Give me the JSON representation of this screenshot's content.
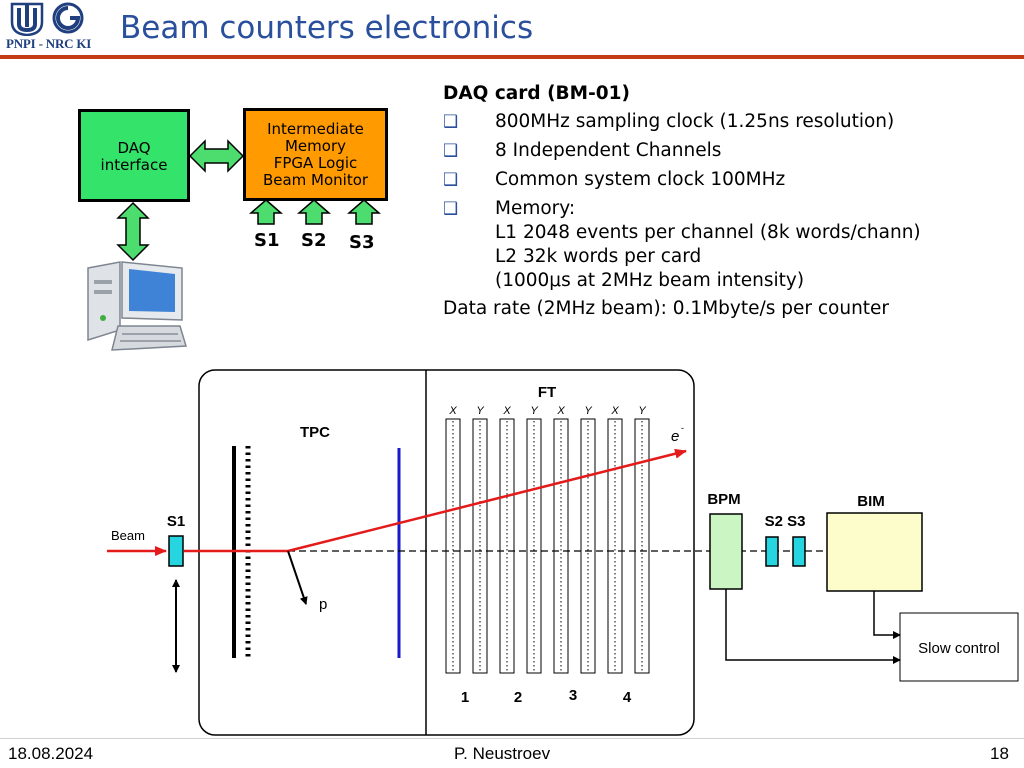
{
  "header": {
    "title": "Beam counters electronics",
    "logo_text": "PNPI - NRC KI"
  },
  "colors": {
    "title": "#2a4f9c",
    "header_rule": "#c43c14",
    "green_box": "#33e36a",
    "orange_box": "#ff9a00",
    "arrow_green": "#4cdd6e",
    "beam_red": "#e31b1b",
    "s_counter": "#27d5e0",
    "bpm_fill": "#ccf5c4",
    "bim_fill": "#fdfccb"
  },
  "block_diagram": {
    "daq_interface": "DAQ interface",
    "fpga_lines": [
      "Intermediate",
      "Memory",
      "FPGA Logic",
      "Beam Monitor"
    ],
    "inputs": [
      "S1",
      "S2",
      "S3"
    ],
    "computer_icon": "computer-icon"
  },
  "daq_card": {
    "heading": "DAQ card (BM-01)",
    "bullets": [
      "800MHz sampling clock (1.25ns resolution)",
      "8 Independent Channels",
      "Common system clock 100MHz",
      "Memory:"
    ],
    "memory_lines": [
      "L1 2048 events per channel (8k words/chann)",
      "L2 32k words per card",
      "(1000μs at 2MHz beam intensity)"
    ],
    "data_rate": "Data rate (2MHz beam): 0.1Mbyte/s per counter"
  },
  "setup": {
    "ft": "FT",
    "xy_labels": [
      "X",
      "Y",
      "X",
      "Y",
      "X",
      "Y",
      "X",
      "Y"
    ],
    "tpc": "TPC",
    "electron": "e",
    "electron_sup": "-",
    "beam": "Beam",
    "s1": "S1",
    "proton": "p",
    "bpm": "BPM",
    "s2s3": "S2 S3",
    "bim": "BIM",
    "slow_control": "Slow control",
    "station_numbers": [
      "1",
      "2",
      "3",
      "4"
    ]
  },
  "footer": {
    "date": "18.08.2024",
    "author": "P. Neustroev",
    "page": "18"
  }
}
